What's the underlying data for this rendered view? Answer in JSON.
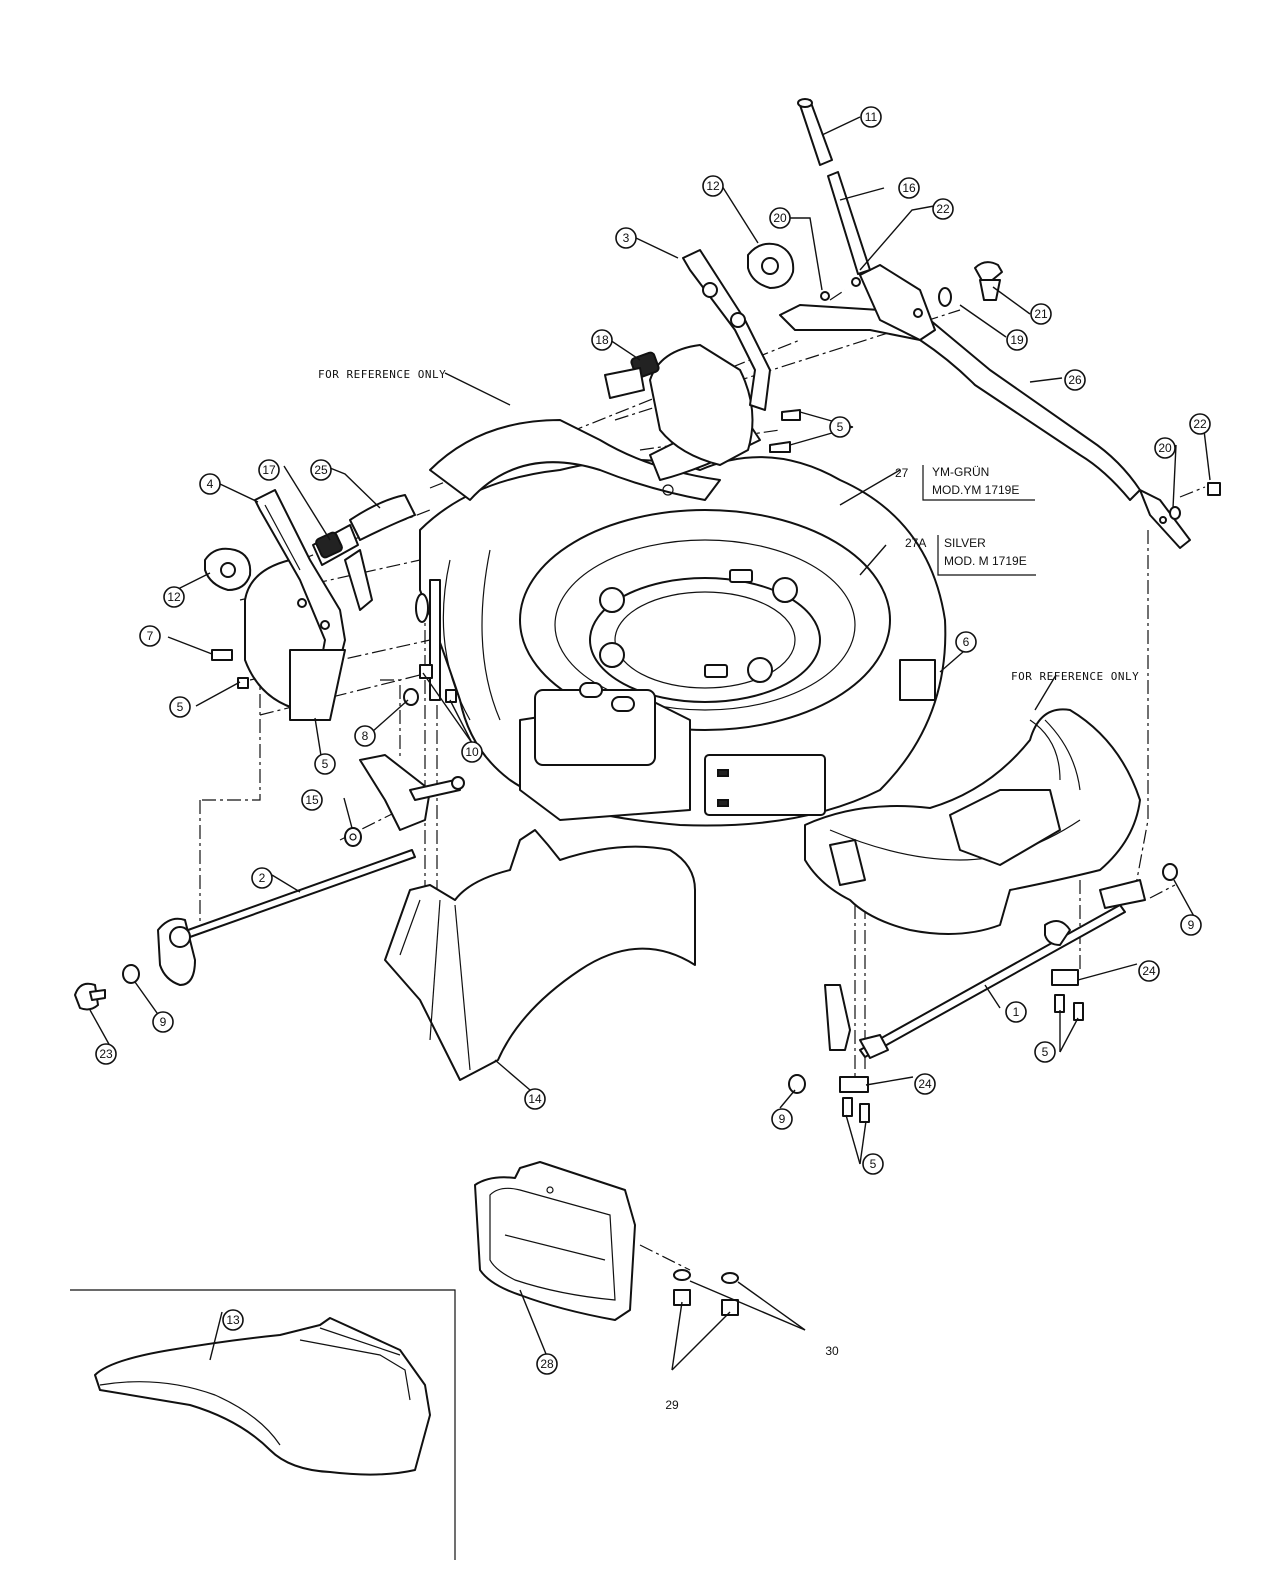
{
  "callouts": [
    "1",
    "2",
    "3",
    "4",
    "5",
    "6",
    "7",
    "8",
    "9",
    "10",
    "11",
    "12",
    "13",
    "14",
    "15",
    "16",
    "17",
    "18",
    "19",
    "20",
    "21",
    "22",
    "23",
    "24",
    "25",
    "26",
    "27",
    "27A",
    "28",
    "29",
    "30"
  ],
  "reference_notes": {
    "upper_left": "FOR REFERENCE ONLY",
    "right": "FOR REFERENCE ONLY"
  },
  "variants": {
    "v27": {
      "number": "27",
      "line1": "YM-GRÜN",
      "line2": "MOD.YM 1719E"
    },
    "v27a": {
      "number": "27A",
      "line1": "SILVER",
      "line2": "MOD. M 1719E"
    }
  },
  "labels": {
    "c1": "1",
    "c2": "2",
    "c3": "3",
    "c4": "4",
    "c5a": "5",
    "c5b": "5",
    "c5c": "5",
    "c5d": "5",
    "c5e": "5",
    "c6": "6",
    "c7": "7",
    "c8": "8",
    "c9a": "9",
    "c9b": "9",
    "c9c": "9",
    "c10": "10",
    "c11": "11",
    "c12a": "12",
    "c12b": "12",
    "c13": "13",
    "c14": "14",
    "c15": "15",
    "c16": "16",
    "c17": "17",
    "c18": "18",
    "c19": "19",
    "c20a": "20",
    "c20b": "20",
    "c21": "21",
    "c22a": "22",
    "c22b": "22",
    "c23": "23",
    "c24a": "24",
    "c24b": "24",
    "c25": "25",
    "c26": "26",
    "c28": "28",
    "t29": "29",
    "t30": "30"
  }
}
